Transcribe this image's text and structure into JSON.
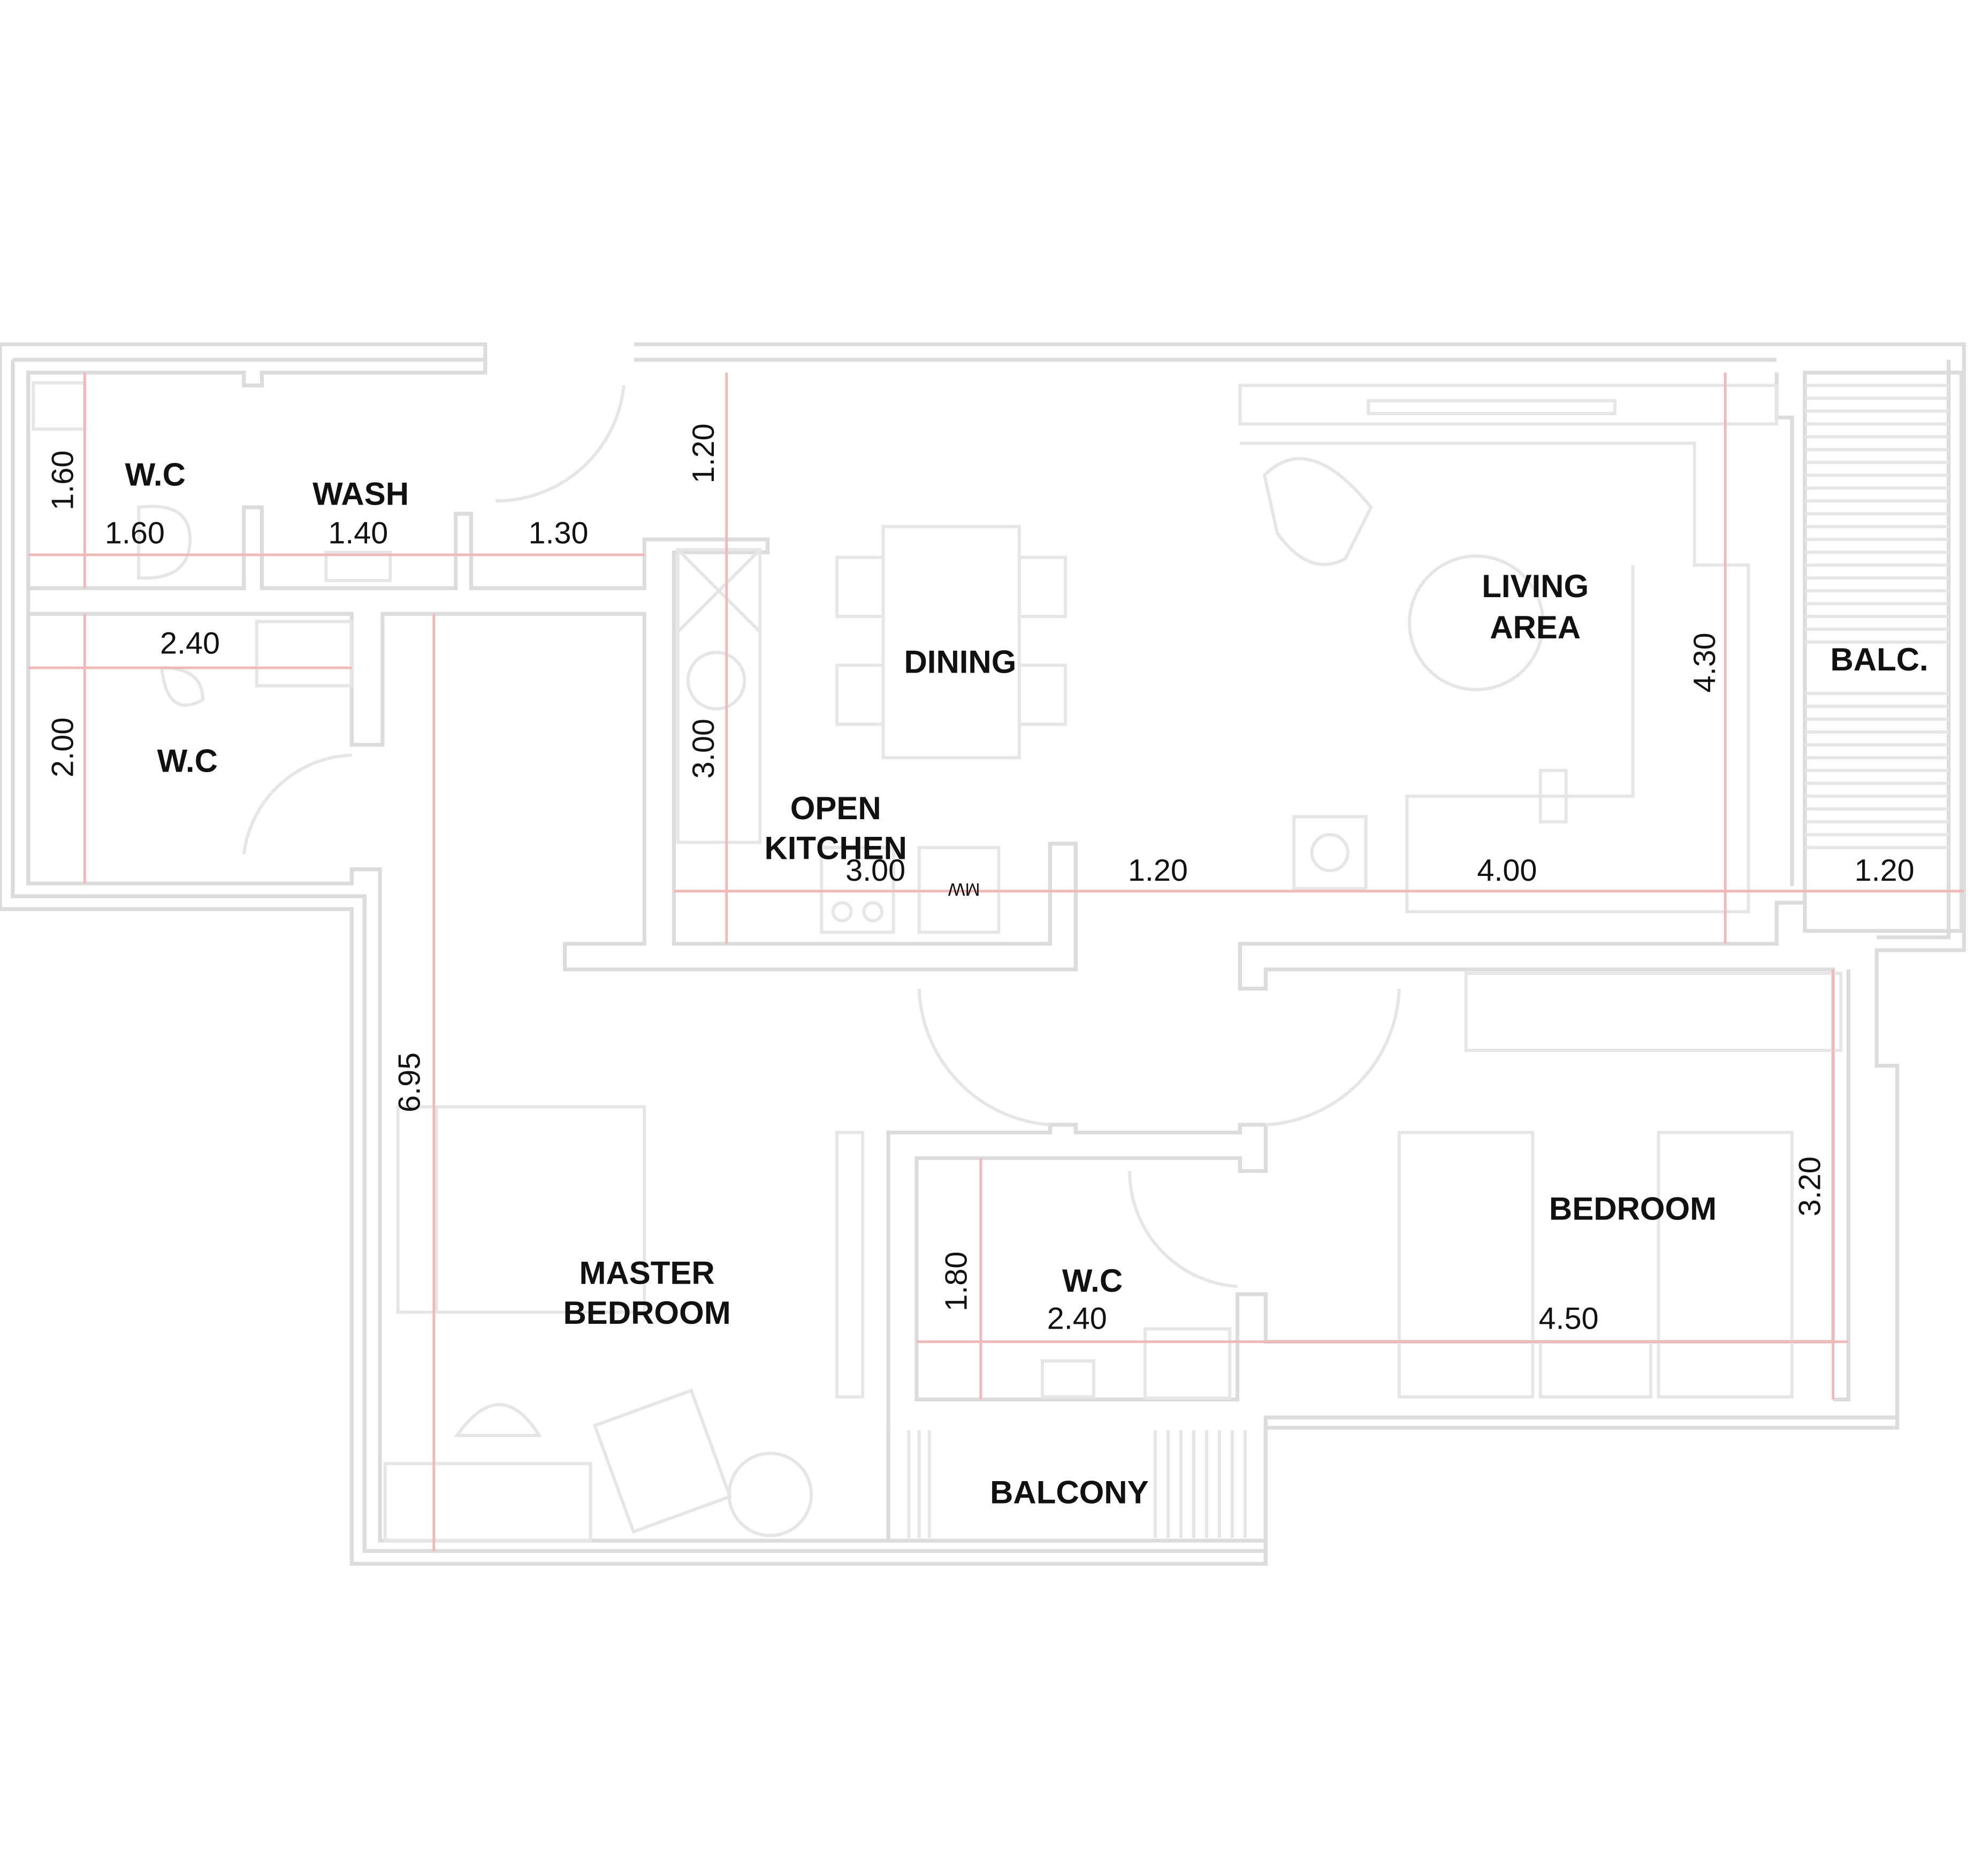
{
  "rooms": {
    "wc_top": "W.C",
    "wash": "WASH",
    "wc_left": "W.C",
    "dining": "DINING",
    "open_kitchen_1": "OPEN",
    "open_kitchen_2": "KITCHEN",
    "living_1": "LIVING",
    "living_2": "AREA",
    "balc": "BALC.",
    "master_1": "MASTER",
    "master_2": "BEDROOM",
    "wc_center": "W.C",
    "bedroom": "BEDROOM",
    "balcony": "BALCONY"
  },
  "dimensions": {
    "wc_top_h": "1.60",
    "wc_top_w": "1.60",
    "wash_w": "1.40",
    "corridor_w": "1.30",
    "kitchen_top_h": "1.20",
    "wc_left_w": "2.40",
    "wc_left_h": "2.00",
    "kitchen_h": "3.00",
    "kitchen_w": "3.00",
    "dining_w": "1.20",
    "living_w": "4.00",
    "living_h": "4.30",
    "balc_w": "1.20",
    "master_h": "6.95",
    "wc_center_h": "1.80",
    "wc_center_w": "2.40",
    "bedroom_w": "4.50",
    "bedroom_h": "3.20"
  },
  "labels": {
    "microwave": "MW"
  },
  "colors": {
    "wall": "#dcdcdc",
    "dimension_line": "#f2b8b8",
    "text": "#111111"
  }
}
